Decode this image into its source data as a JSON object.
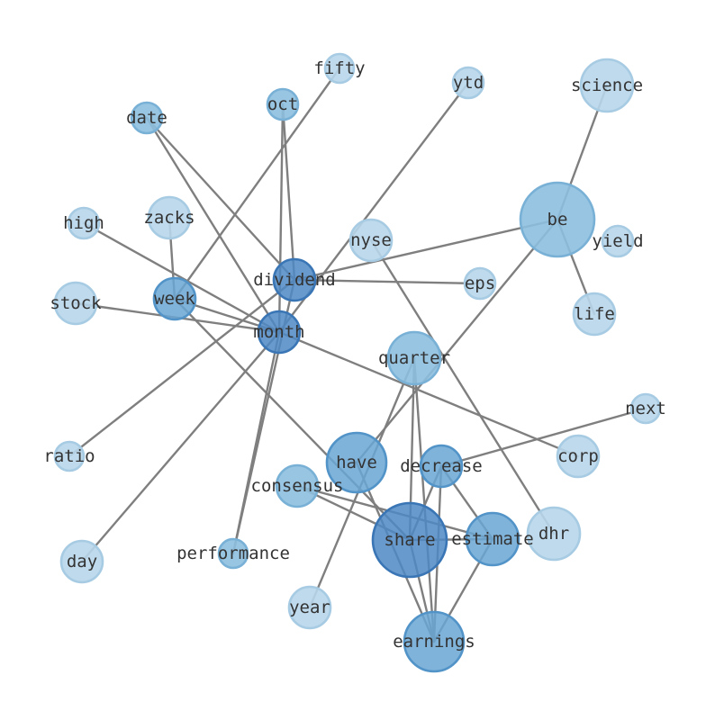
{
  "palette": {
    "edge": "#7f7f7f",
    "label": "#333333",
    "levels": [
      {
        "fill": "#b8d6ea",
        "stroke": "#a6cbe3"
      },
      {
        "fill": "#8dbfdf",
        "stroke": "#79b1d6"
      },
      {
        "fill": "#6aa6d3",
        "stroke": "#5294c8"
      },
      {
        "fill": "#4d88c4",
        "stroke": "#3a76b5"
      }
    ]
  },
  "nodes": [
    {
      "id": "fifty",
      "label": "fifty",
      "size": 16,
      "level": 0
    },
    {
      "id": "ytd",
      "label": "ytd",
      "size": 17,
      "level": 0
    },
    {
      "id": "science",
      "label": "science",
      "size": 29,
      "level": 0
    },
    {
      "id": "oct",
      "label": "oct",
      "size": 17,
      "level": 1
    },
    {
      "id": "date",
      "label": "date",
      "size": 17,
      "level": 1
    },
    {
      "id": "zacks",
      "label": "zacks",
      "size": 23,
      "level": 0
    },
    {
      "id": "high",
      "label": "high",
      "size": 17,
      "level": 0
    },
    {
      "id": "nyse",
      "label": "nyse",
      "size": 23,
      "level": 0
    },
    {
      "id": "be",
      "label": "be",
      "size": 41,
      "level": 1
    },
    {
      "id": "yield",
      "label": "yield",
      "size": 17,
      "level": 0
    },
    {
      "id": "dividend",
      "label": "dividend",
      "size": 23,
      "level": 3
    },
    {
      "id": "eps",
      "label": "eps",
      "size": 17,
      "level": 0
    },
    {
      "id": "week",
      "label": "week",
      "size": 23,
      "level": 2
    },
    {
      "id": "stock",
      "label": "stock",
      "size": 23,
      "level": 0
    },
    {
      "id": "life",
      "label": "life",
      "size": 23,
      "level": 0
    },
    {
      "id": "month",
      "label": "month",
      "size": 23,
      "level": 3
    },
    {
      "id": "quarter",
      "label": "quarter",
      "size": 29,
      "level": 1
    },
    {
      "id": "next",
      "label": "next",
      "size": 16,
      "level": 0
    },
    {
      "id": "ratio",
      "label": "ratio",
      "size": 16,
      "level": 0
    },
    {
      "id": "corp",
      "label": "corp",
      "size": 23,
      "level": 0
    },
    {
      "id": "have",
      "label": "have",
      "size": 33,
      "level": 2
    },
    {
      "id": "decrease",
      "label": "decrease",
      "size": 23,
      "level": 2
    },
    {
      "id": "consensus",
      "label": "consensus",
      "size": 23,
      "level": 1
    },
    {
      "id": "dhr",
      "label": "dhr",
      "size": 29,
      "level": 0
    },
    {
      "id": "share",
      "label": "share",
      "size": 41,
      "level": 3
    },
    {
      "id": "estimate",
      "label": "estimate",
      "size": 29,
      "level": 2
    },
    {
      "id": "day",
      "label": "day",
      "size": 23,
      "level": 0
    },
    {
      "id": "performance",
      "label": "performance",
      "size": 16,
      "level": 1
    },
    {
      "id": "year",
      "label": "year",
      "size": 23,
      "level": 0
    },
    {
      "id": "earnings",
      "label": "earnings",
      "size": 33,
      "level": 2
    }
  ],
  "edges": [
    [
      "fifty",
      "week"
    ],
    [
      "ytd",
      "month"
    ],
    [
      "science",
      "be"
    ],
    [
      "oct",
      "dividend"
    ],
    [
      "oct",
      "month"
    ],
    [
      "date",
      "dividend"
    ],
    [
      "date",
      "month"
    ],
    [
      "zacks",
      "week"
    ],
    [
      "high",
      "month"
    ],
    [
      "nyse",
      "dhr"
    ],
    [
      "be",
      "life"
    ],
    [
      "be",
      "dividend"
    ],
    [
      "be",
      "have"
    ],
    [
      "dividend",
      "eps"
    ],
    [
      "dividend",
      "performance"
    ],
    [
      "dividend",
      "ratio"
    ],
    [
      "week",
      "share"
    ],
    [
      "week",
      "month"
    ],
    [
      "stock",
      "month"
    ],
    [
      "month",
      "day"
    ],
    [
      "month",
      "corp"
    ],
    [
      "month",
      "performance"
    ],
    [
      "quarter",
      "share"
    ],
    [
      "quarter",
      "earnings"
    ],
    [
      "quarter",
      "year"
    ],
    [
      "next",
      "decrease"
    ],
    [
      "decrease",
      "earnings"
    ],
    [
      "decrease",
      "estimate"
    ],
    [
      "decrease",
      "share"
    ],
    [
      "consensus",
      "estimate"
    ],
    [
      "consensus",
      "share"
    ],
    [
      "have",
      "earnings"
    ],
    [
      "share",
      "estimate"
    ],
    [
      "share",
      "earnings"
    ],
    [
      "estimate",
      "earnings"
    ]
  ]
}
